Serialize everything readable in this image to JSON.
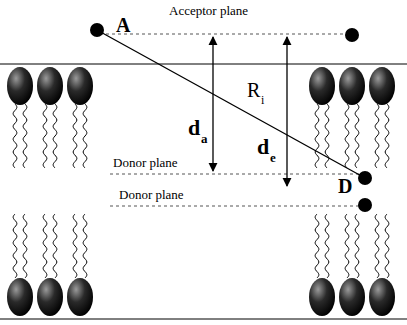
{
  "diagram": {
    "labels": [
      "Acceptor plane",
      "A",
      "R",
      "i",
      "d",
      "a",
      "Donor plane",
      "d",
      "e",
      "Donor plane",
      "D"
    ]
  }
}
